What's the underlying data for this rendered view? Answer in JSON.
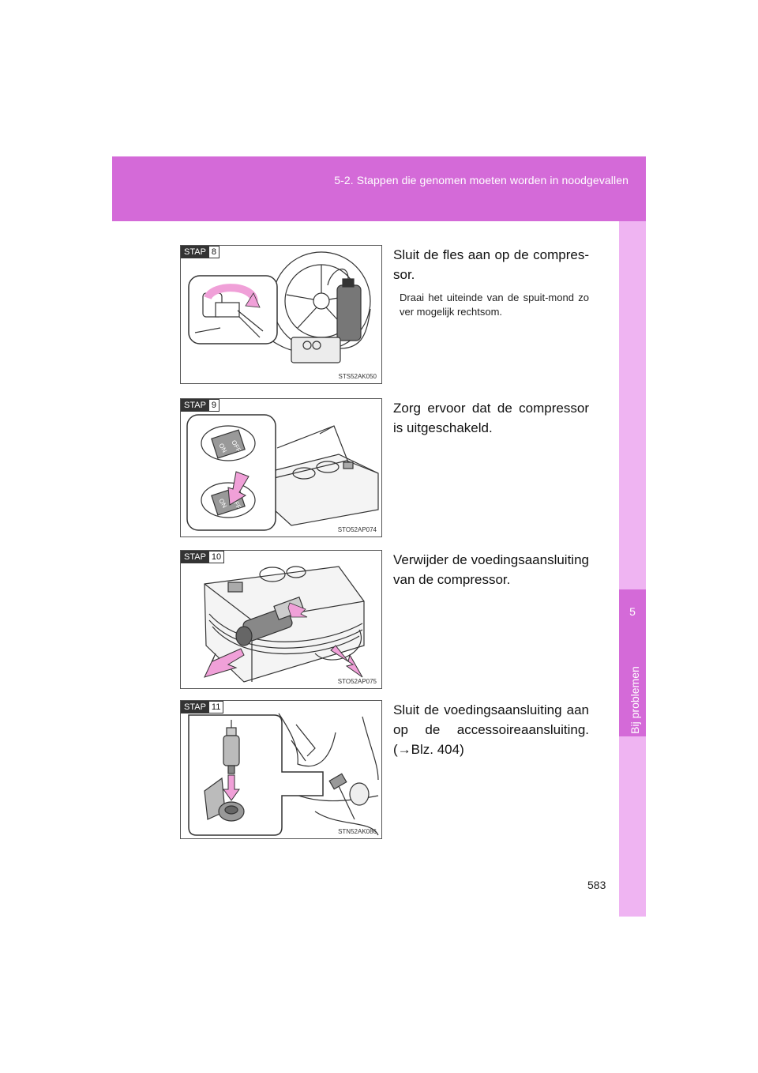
{
  "header": {
    "section": "5-2. Stappen die genomen moeten worden in noodgevallen"
  },
  "side_tab": {
    "number": "5",
    "label": "Bij problemen"
  },
  "page_number": "583",
  "steps": [
    {
      "badge": "STAP",
      "number": "8",
      "figure_code": "STS52AK050",
      "text": "Sluit de fles aan op de compres-sor.",
      "subtext": "Draai het uiteinde van de spuit-mond zo ver mogelijk rechtsom."
    },
    {
      "badge": "STAP",
      "number": "9",
      "figure_code": "STO52AP074",
      "text": "Zorg ervoor dat de compressor is uitgeschakeld.",
      "subtext": ""
    },
    {
      "badge": "STAP",
      "number": "10",
      "figure_code": "STO52AP075",
      "text": "Verwijder de voedingsaansluiting van de compressor.",
      "subtext": ""
    },
    {
      "badge": "STAP",
      "number": "11",
      "figure_code": "STN52AK086",
      "text": "Sluit de voedingsaansluiting aan op de accessoireaansluiting. (→Blz. 404)",
      "subtext": ""
    }
  ],
  "figure_labels": {
    "on": "ON",
    "off": "OFF"
  },
  "colors": {
    "header": "#d46ad8",
    "side_strip": "#efb4f2",
    "arrow": "#f0a0d8"
  }
}
